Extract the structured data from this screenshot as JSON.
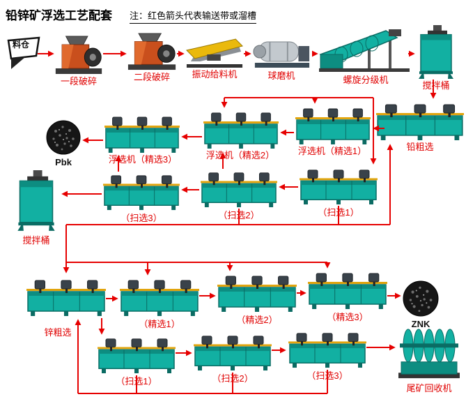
{
  "header": {
    "title": "铅锌矿浮选工艺配套",
    "note": "注：红色箭头代表输送带或溜槽"
  },
  "colors": {
    "arrow_red": "#e60000",
    "label_red": "#e00000",
    "machine_teal": "#12b0a2",
    "crusher_orange": "#c94f1d",
    "feeder_yellow": "#eab90c"
  },
  "nodes": {
    "silo": "料仓",
    "crusher1": "一段破碎",
    "crusher2": "二段破碎",
    "feeder": "振动给料机",
    "ball_mill": "球磨机",
    "classifier": "螺旋分级机",
    "mixer1": "搅拌桶",
    "pb_rough": "铅粗选",
    "pb_clean1": "浮选机（精选1）",
    "pb_clean2": "浮选机（精选2）",
    "pb_clean3": "浮选机（精选3）",
    "pb_concentrate": "Pbk",
    "mixer2": "搅拌桶",
    "pb_scav1": "（扫选1）",
    "pb_scav2": "（扫选2）",
    "pb_scav3": "（扫选3）",
    "zn_rough": "锌粗选",
    "zn_clean1": "（精选1）",
    "zn_clean2": "（精选2）",
    "zn_clean3": "（精选3）",
    "zn_concentrate": "ZNK",
    "zn_scav1": "（扫选1）",
    "zn_scav2": "（扫选2）",
    "zn_scav3": "（扫选3）",
    "tailings": "尾矿回收机"
  }
}
